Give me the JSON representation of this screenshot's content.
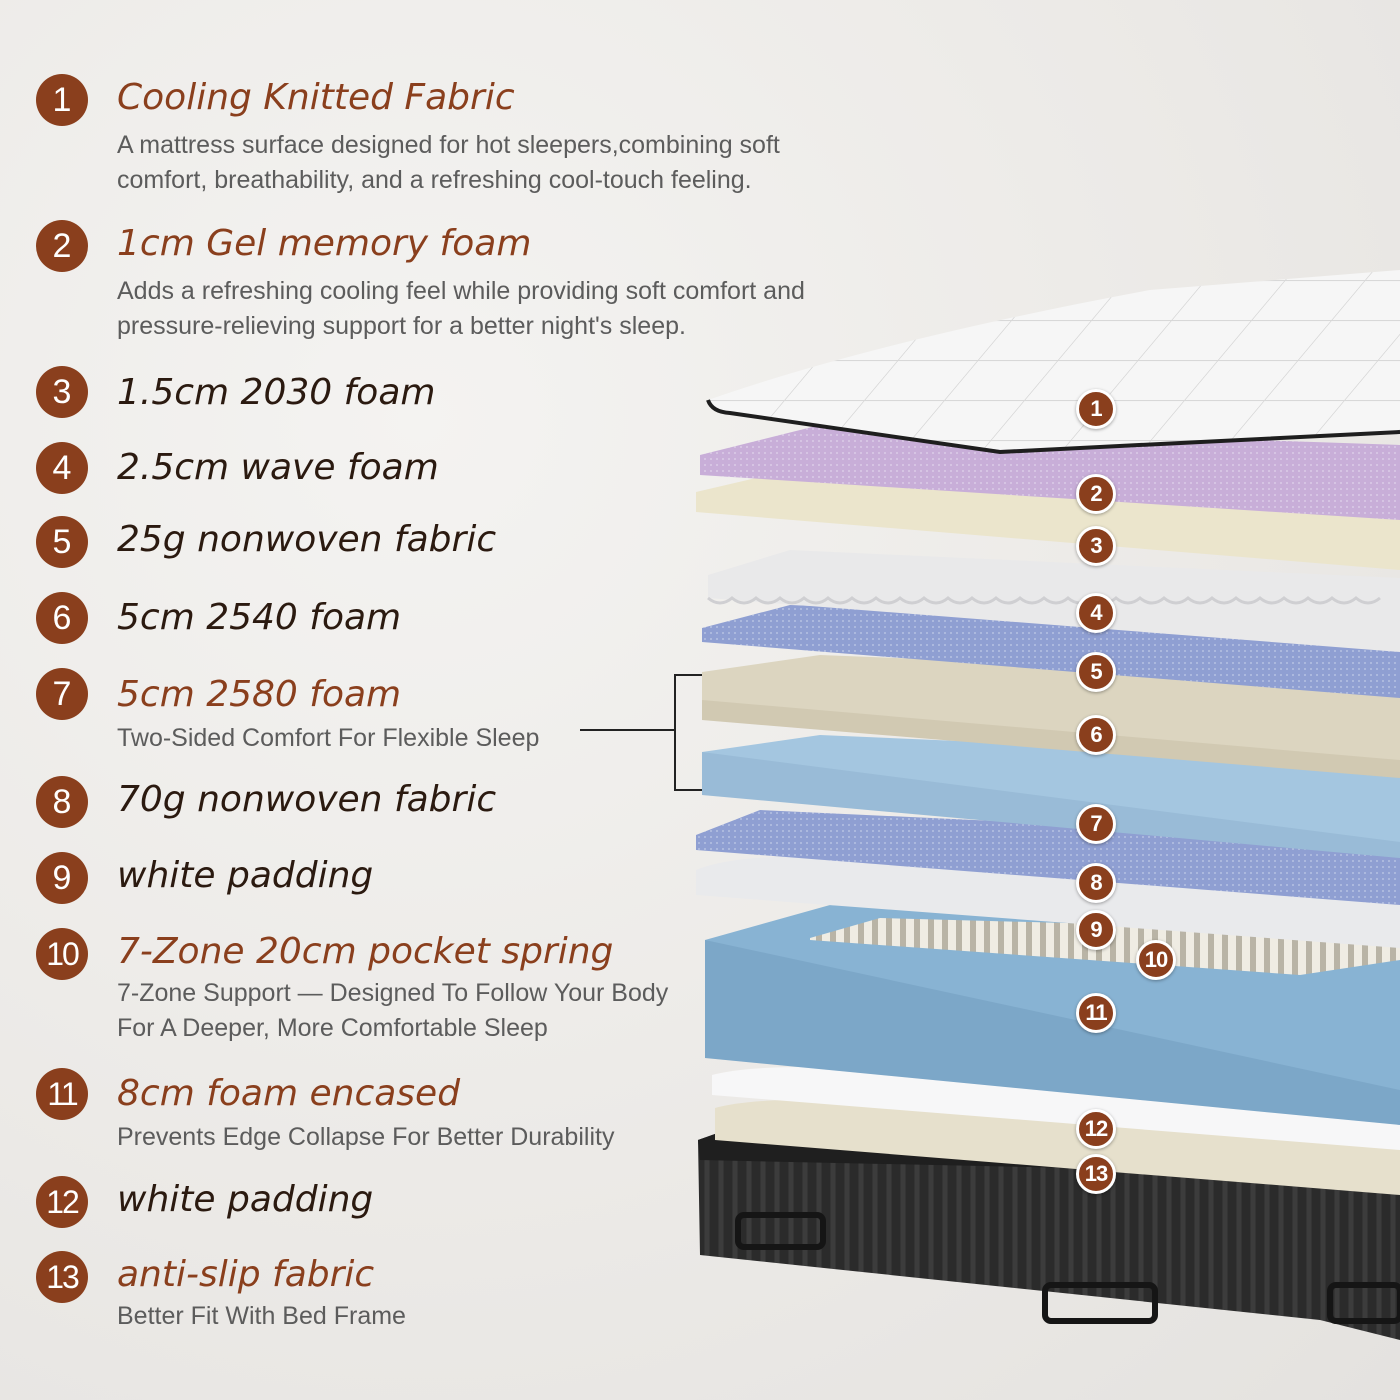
{
  "layers": [
    {
      "num": "1",
      "title": "Cooling Knitted Fabric",
      "accent": true,
      "description": "A mattress surface designed for hot sleepers,combining soft comfort, breathability, and a refreshing cool-touch feeling."
    },
    {
      "num": "2",
      "title": "1cm Gel memory foam",
      "accent": true,
      "description": "Adds a refreshing cooling feel while providing soft comfort and pressure-relieving support for a better night's sleep."
    },
    {
      "num": "3",
      "title": "1.5cm 2030 foam",
      "accent": false
    },
    {
      "num": "4",
      "title": "2.5cm wave foam",
      "accent": false
    },
    {
      "num": "5",
      "title": "25g nonwoven fabric",
      "accent": false
    },
    {
      "num": "6",
      "title": "5cm 2540 foam",
      "accent": false
    },
    {
      "num": "7",
      "title": "5cm 2580 foam",
      "accent": true,
      "description": "Two-Sided Comfort For Flexible Sleep"
    },
    {
      "num": "8",
      "title": "70g nonwoven fabric",
      "accent": false
    },
    {
      "num": "9",
      "title": "white padding",
      "accent": false
    },
    {
      "num": "10",
      "title": "7-Zone 20cm pocket spring",
      "accent": true,
      "description": "7-Zone Support — Designed To Follow Your Body For A Deeper, More Comfortable Sleep"
    },
    {
      "num": "11",
      "title": "8cm foam encased",
      "accent": true,
      "description": "Prevents Edge Collapse For Better Durability"
    },
    {
      "num": "12",
      "title": "white padding",
      "accent": false
    },
    {
      "num": "13",
      "title": "anti-slip fabric",
      "accent": true,
      "description": "Better Fit With Bed Frame"
    }
  ],
  "colors": {
    "badge": "#8a3f1d",
    "title_accent": "#8a3f1d",
    "title_dark": "#2b1a10",
    "description": "#5c5c5c",
    "layer_knit": "#f3f3f3",
    "layer_gel": "#c8aed8",
    "layer_cream": "#ebe5cc",
    "layer_white": "#e6e8ea",
    "layer_nonwoven": "#8f9fd2",
    "layer_beige": "#dcd5c0",
    "layer_lightblue": "#a4c6e0",
    "layer_encasement": "#88b3d3",
    "layer_base": "#2e2e2e"
  }
}
